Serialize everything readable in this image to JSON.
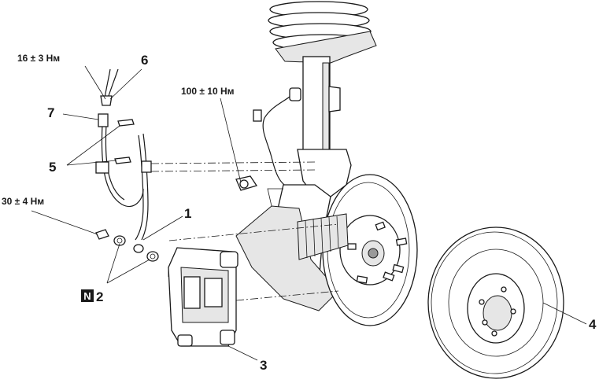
{
  "callouts": {
    "c1": "1",
    "c2": "2",
    "c3": "3",
    "c4": "4",
    "c5": "5",
    "c6": "6",
    "c7": "7"
  },
  "torques": {
    "t_hose": "16 ± 3 Нм",
    "t_bolt": "100 ± 10 Нм",
    "t_union": "30 ± 4 Нм"
  },
  "badge": "N"
}
